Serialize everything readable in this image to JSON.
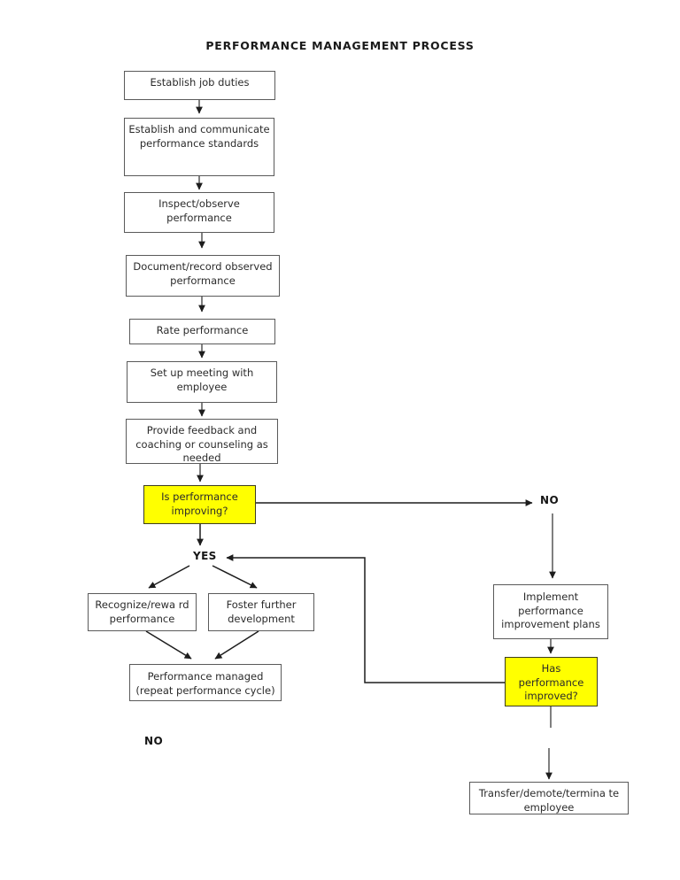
{
  "document": {
    "title": "PERFORMANCE MANAGEMENT PROCESS"
  },
  "nodes": {
    "establish_job_duties": "Establish job duties",
    "establish_communicate": "Establish and communicate performance standards",
    "inspect_observe": "Inspect/observe performance",
    "document_record": "Document/record observed performance",
    "rate_performance": "Rate performance",
    "set_up_meeting": "Set up meeting with employee",
    "provide_feedback": "Provide feedback and coaching or counseling as needed",
    "is_performance_improving": "Is performance improving?",
    "recognize_reward": "Recognize/rewa rd performance",
    "foster_development": "Foster further development",
    "performance_managed": "Performance managed (repeat performance cycle)",
    "implement_plans": "Implement performance improvement plans",
    "has_performance_improved": "Has performance improved?",
    "transfer_demote": "Transfer/demote/termina te employee"
  },
  "edge_labels": {
    "no_right": "NO",
    "yes_left": "YES",
    "no_bottom": "NO"
  },
  "colors": {
    "decision_fill": "#FFFF00",
    "node_fill": "#FFFFFF",
    "node_border": "#5A5A5A",
    "connector": "#4A4A4A",
    "text": "#2B2B2B"
  }
}
